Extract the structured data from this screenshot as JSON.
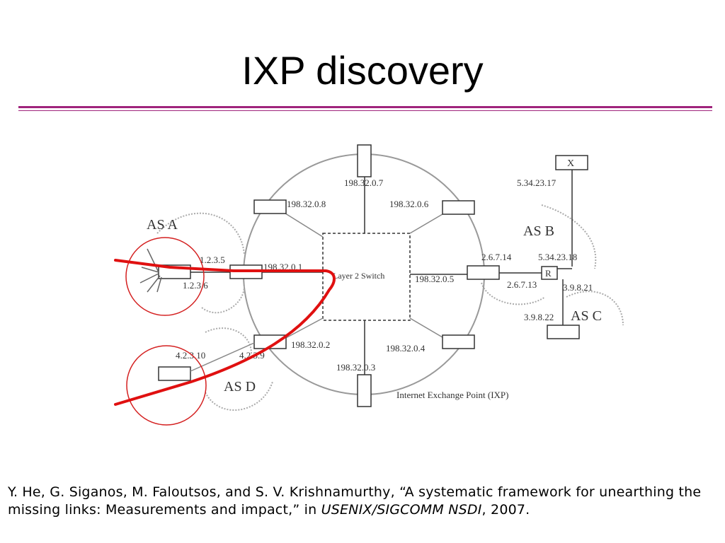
{
  "slide": {
    "title": "IXP discovery"
  },
  "diagram": {
    "switch_label": "Layer 2 Switch",
    "ixp_label": "Internet Exchange Point (IXP)",
    "ports": {
      "p1": "198.32.0.1",
      "p2": "198.32.0.2",
      "p3": "198.32.0.3",
      "p4": "198.32.0.4",
      "p5": "198.32.0.5",
      "p6": "198.32.0.6",
      "p7": "198.32.0.7",
      "p8": "198.32.0.8"
    },
    "as_labels": {
      "a": "AS A",
      "b": "AS B",
      "c": "AS C",
      "d": "AS D"
    },
    "addresses": {
      "a_125": "1.2.3.5",
      "a_126": "1.2.3.6",
      "d_4310": "4.2.3.10",
      "d_439": "4.2.3.9",
      "b_2614": "2.6.7.14",
      "b_2613": "2.6.7.13",
      "b_53418": "5.34.23.18",
      "x_53417": "5.34.23.17",
      "c_3921": "3.9.8.21",
      "c_3922": "3.9.8.22"
    },
    "node_labels": {
      "x": "X",
      "r": "R"
    },
    "colors": {
      "path": "#e01010",
      "outline": "#999999",
      "highlight_circle": "#d42020"
    }
  },
  "citation": {
    "text_before": "Y. He, G. Siganos, M. Faloutsos, and S. V. Krishnamurthy, “A systematic framework for unearthing the missing links: Measurements and impact,” in ",
    "venue": "USENIX/SIGCOMM NSDI",
    "text_after": ", 2007."
  }
}
